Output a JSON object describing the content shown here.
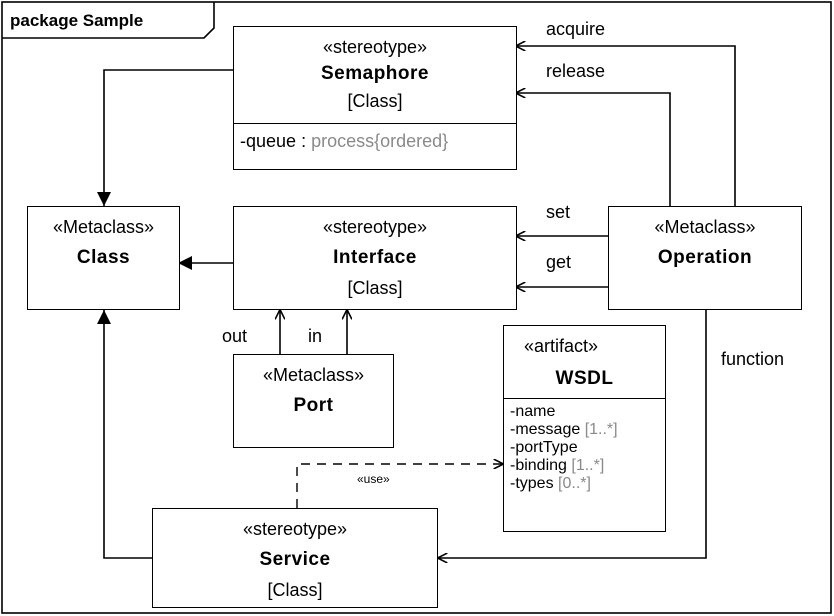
{
  "frame": {
    "title": "package Sample"
  },
  "semaphore": {
    "stereotype": "«stereotype»",
    "name": "Semaphore",
    "kind": "[Class]",
    "attribute": {
      "name": "-queue",
      "sep": " : ",
      "type": "process",
      "constraint": "{ordered}"
    }
  },
  "class_box": {
    "stereotype": "«Metaclass»",
    "name": "Class"
  },
  "interface": {
    "stereotype": "«stereotype»",
    "name": "Interface",
    "kind": "[Class]"
  },
  "operation": {
    "stereotype": "«Metaclass»",
    "name": "Operation"
  },
  "port": {
    "stereotype": "«Metaclass»",
    "name": "Port"
  },
  "wsdl": {
    "stereotype": "«artifact»",
    "name": "WSDL",
    "attributes": [
      {
        "name": "-name",
        "mult": ""
      },
      {
        "name": "-message",
        "mult": " [1..*]"
      },
      {
        "name": "-portType",
        "mult": ""
      },
      {
        "name": "-binding",
        "mult": " [1..*]"
      },
      {
        "name": "-types",
        "mult": " [0..*]"
      }
    ]
  },
  "service": {
    "stereotype": "«stereotype»",
    "name": "Service",
    "kind": "[Class]"
  },
  "edge_labels": {
    "acquire": "acquire",
    "release": "release",
    "set": "set",
    "get": "get",
    "out": "out",
    "in": "in",
    "function": "function",
    "use": "«use»"
  },
  "colors": {
    "line": "#000000",
    "muted": "#8a8a8a",
    "background": "#ffffff"
  }
}
